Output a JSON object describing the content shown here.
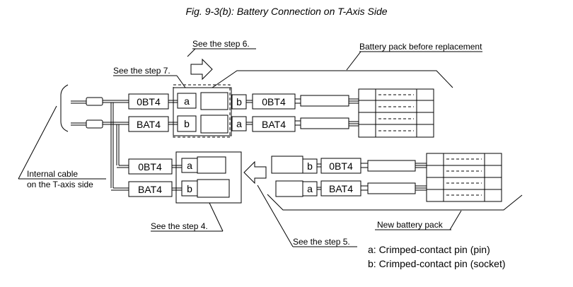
{
  "figure": {
    "title": "Fig. 9-3(b): Battery Connection on T-Axis Side"
  },
  "labels": {
    "obt4": "0BT4",
    "bat4": "BAT4",
    "pin_a": "a",
    "pin_b": "b"
  },
  "callouts": {
    "step6": "See the step 6.",
    "step7": "See the step 7.",
    "step4": "See the step 4.",
    "step5": "See the step 5.",
    "old_pack": "Battery pack before replacement",
    "new_pack": "New battery pack",
    "internal_cable_line1": "Internal cable",
    "internal_cable_line2": "on the T-axis side"
  },
  "legend": {
    "a": "a: Crimped-contact pin (pin)",
    "b": "b: Crimped-contact pin (socket)"
  }
}
